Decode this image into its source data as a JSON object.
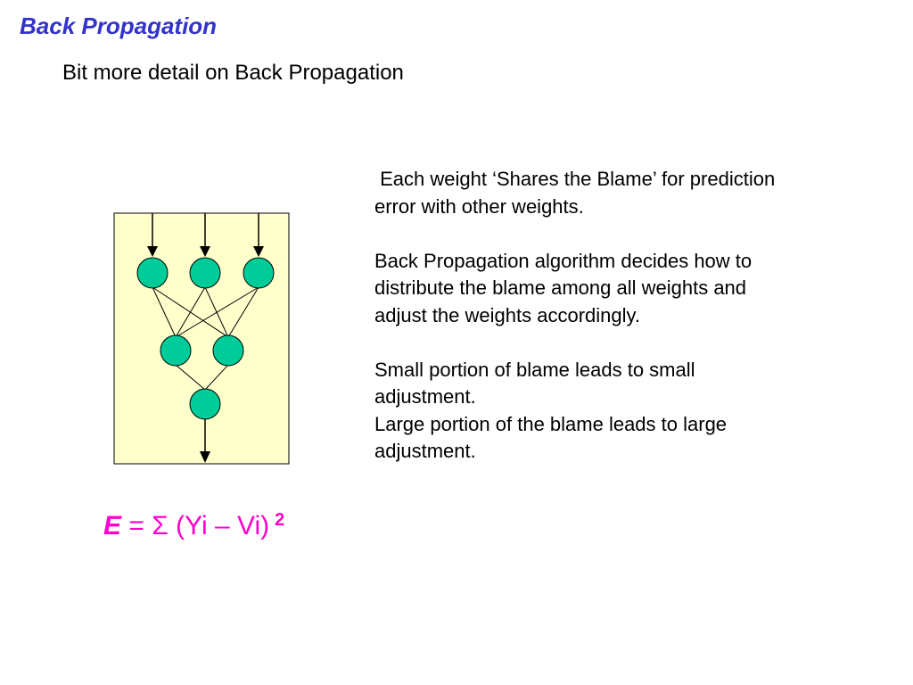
{
  "slide": {
    "title": "Back Propagation",
    "subtitle": "Bit more detail on Back Propagation"
  },
  "colors": {
    "title": "#3333cc",
    "panel_fill": "#ffffcc",
    "node_fill": "#00cc99",
    "formula": "#ff00cc"
  },
  "network": {
    "layers": [
      3,
      2,
      1
    ],
    "input_arrows": 3,
    "output_arrows": 1
  },
  "explanation": {
    "p1_line1": " Each weight ‘Shares the Blame’ for prediction",
    "p1_line2": "error with other weights.",
    "p2_line1": "Back Propagation algorithm decides how to",
    "p2_line2": "distribute the blame among all weights and",
    "p2_line3": "adjust the weights accordingly.",
    "p3_line1": "Small portion of blame leads to small",
    "p3_line2": "adjustment.",
    "p4_line1": "Large portion of the blame leads to large",
    "p4_line2": "adjustment."
  },
  "formula": {
    "variable": "E",
    "body": " = Σ (Yi – Vi)",
    "exponent": "2"
  }
}
